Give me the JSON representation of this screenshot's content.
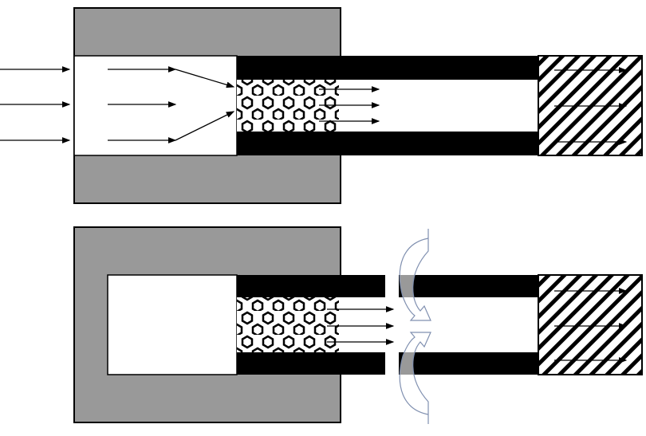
{
  "diagram": {
    "panels": [
      {
        "id": "top",
        "description_visible_text": ""
      },
      {
        "id": "bottom",
        "description_visible_text": ""
      }
    ],
    "colors": {
      "housing": "#999999",
      "wall": "#000000",
      "background": "#ffffff",
      "flow_arrow": "#000000",
      "curved_arrow": "#8090b0"
    },
    "icons": [
      "hexagon-particle",
      "hatched-block",
      "flow-arrow",
      "curved-arrow"
    ]
  }
}
